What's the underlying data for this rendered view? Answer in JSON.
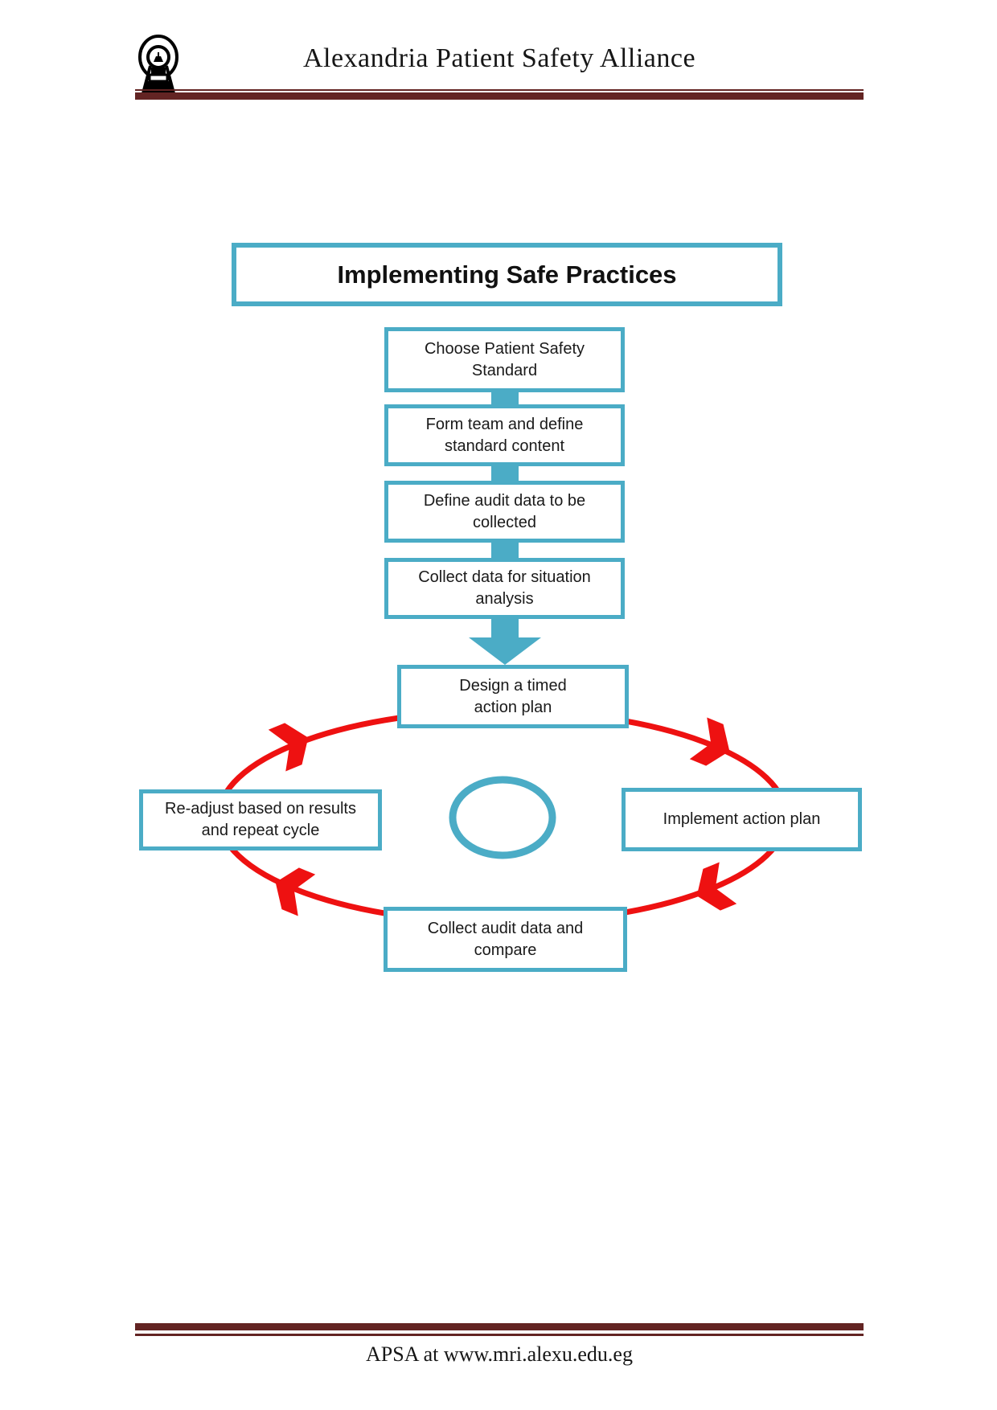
{
  "header": {
    "logo_icon": "oil-lamp-logo-icon",
    "org_name": "Alexandria Patient Safety Alliance"
  },
  "diagram": {
    "title": "Implementing Safe Practices",
    "flow_steps": [
      {
        "lines": [
          "Choose Patient Safety",
          "Standard"
        ]
      },
      {
        "lines": [
          "Form team and define",
          "standard content"
        ]
      },
      {
        "lines": [
          "Define audit data to be",
          "collected"
        ]
      },
      {
        "lines": [
          "Collect data for situation",
          "analysis"
        ]
      }
    ],
    "cycle_steps": {
      "top": {
        "lines": [
          "Design a timed",
          "action plan"
        ]
      },
      "right": {
        "lines": [
          "Implement action plan",
          ""
        ]
      },
      "bottom": {
        "lines": [
          "Collect audit data and",
          "compare"
        ]
      },
      "left": {
        "lines": [
          "Re-adjust based on results",
          "and repeat cycle"
        ]
      }
    },
    "cycle_direction": "clockwise"
  },
  "footer": {
    "text": "APSA at www.mri.alexu.edu.eg"
  },
  "colors": {
    "teal": "#4bacc6",
    "red": "#ee1111",
    "maroon": "#632423",
    "ink": "#1f1f1f"
  }
}
